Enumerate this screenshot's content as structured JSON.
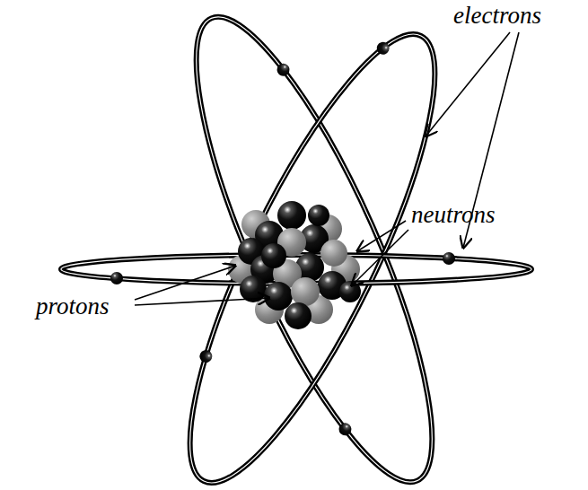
{
  "diagram": {
    "labels": [
      "electrons",
      "neutrons",
      "protons"
    ]
  }
}
